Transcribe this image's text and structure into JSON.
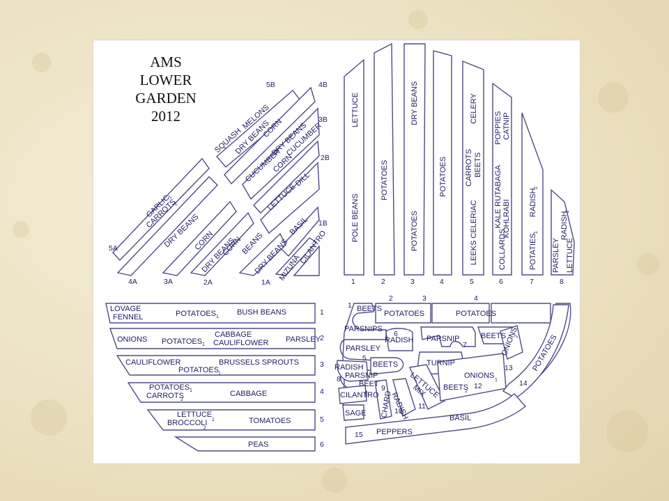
{
  "title": {
    "line1": "AMS",
    "line2": "LOWER",
    "line3": "GARDEN",
    "line4": "2012"
  },
  "beds": {
    "bed_5b": {
      "number": "5B",
      "label_a": "SQUASH",
      "label_b": "MELONS"
    },
    "bed_4b": {
      "number": "4B",
      "label_a": "DRY BEANS",
      "label_b": "CORN"
    },
    "bed_3b": {
      "number": "3B",
      "label_a": "CUCUMBER",
      "label_b": "DRY BEANS"
    },
    "bed_2b": {
      "number": "2B",
      "label_a": "CORN",
      "label_b": "CUCUMBER"
    },
    "bed_2b_lower": {
      "label_a": "LETTUCE",
      "label_b": "DILL"
    },
    "bed_1b": {
      "number": "1B",
      "label_a": "BASIL"
    },
    "bed_5a": {
      "number": "5A",
      "label_a": "GARLIC",
      "label_a_sub": "1",
      "label_b": "CARROTS",
      "label_b_sub": "2"
    },
    "bed_4a": {
      "number": "4A",
      "label_a": "DRY BEANS"
    },
    "bed_3a": {
      "number": "3A",
      "label_a": "CORN",
      "label_b": "DRY BEANS"
    },
    "bed_2a": {
      "number": "2A",
      "label_a": "CORN",
      "label_b": "BEANS"
    },
    "bed_1a": {
      "number": "1A",
      "label_a": "DRY BEANS",
      "label_b": "MIZUNA",
      "label_c": "CILANTRO"
    }
  },
  "rows_top": [
    {
      "number": "1",
      "top": "LETTUCE",
      "bottom": "POLE BEANS"
    },
    {
      "number": "2",
      "top": "",
      "bottom": "POTATOES"
    },
    {
      "number": "3",
      "top": "DRY BEANS",
      "bottom": "POTATOES"
    },
    {
      "number": "4",
      "top": "",
      "bottom": "POTATOES"
    },
    {
      "number": "5",
      "top": "CELERY",
      "mid1": "CARROTS",
      "mid2": "BEETS",
      "bottom": "LEEKS CELERIAC"
    },
    {
      "number": "6",
      "top1": "POPPIES",
      "top2": "CATNIP",
      "mid1": "KALE RUTABAGA",
      "mid2": "KOHLRABI",
      "bottom": "COLLARDS"
    },
    {
      "number": "7",
      "top": "RADISH",
      "top_sub": "2",
      "bottom": "POTATIES",
      "bottom_sub": "1"
    },
    {
      "number": "8",
      "top": "RADISH",
      "top_sub": "2",
      "bottom1": "PARSLEY",
      "bottom2": "LETTUCE"
    }
  ],
  "rows_left": [
    {
      "number": "1",
      "a1": "LOVAGE",
      "a2": "FENNEL",
      "b": "POTATOES",
      "b_sub": "1",
      "c": "BUSH BEANS"
    },
    {
      "number": "2",
      "a": "ONIONS",
      "b": "POTATOES",
      "b_sub": "1",
      "c1": "CABBAGE",
      "c2": "CAULIFLOWER",
      "d": "PARSLEY"
    },
    {
      "number": "3",
      "a": "CAULIFLOWER",
      "b": "POTATOES",
      "b_sub": "1",
      "c": "BRUSSELS SPROUTS"
    },
    {
      "number": "4",
      "a1": "POTATOES",
      "a1_sub": "1",
      "a2": "CARROTS",
      "a2_sub": "2",
      "c": "CABBAGE"
    },
    {
      "number": "5",
      "a1": "LETTUCE",
      "a2": "BROCCOLI",
      "a_sub1": "1",
      "a_sub2": "2",
      "c": "TOMATOES"
    },
    {
      "number": "6",
      "c": "PEAS"
    }
  ],
  "beds_right": {
    "b1": {
      "number": "1",
      "label": "BEETS"
    },
    "b2": {
      "number": "2",
      "label": "POTATOES"
    },
    "b3": {
      "number": "3",
      "label": "POTATOES"
    },
    "b4": {
      "number": "4"
    },
    "parsnips": {
      "label": "PARSNIPS"
    },
    "b6": {
      "number": "6",
      "label": "RADISH"
    },
    "b7": {
      "number": "7",
      "label_a": "PARSNIP",
      "label_b": "BEETS"
    },
    "b5": {
      "number": "5",
      "label_a": "PARSLEY",
      "label_b": "BEETS"
    },
    "turnip": {
      "label": "TURNIP"
    },
    "b8": {
      "number": "8",
      "label_a": "RADISH",
      "label_b": "PARSNIP"
    },
    "beet": {
      "label": "BEET"
    },
    "cilantro": {
      "label": "CILANTRO"
    },
    "b9": {
      "number": "9",
      "label": "CHARD"
    },
    "b10": {
      "number": "10"
    },
    "radish_small": {
      "label": "RADISH"
    },
    "b11": {
      "number": "11"
    },
    "lettuce_mix": {
      "label_a": "LETTUCE",
      "label_b": "MIX"
    },
    "b12": {
      "number": "12",
      "label_a": "ONIONS",
      "label_a_sub": "1",
      "label_b": "BEETS",
      "label_b_sub": "2"
    },
    "b13": {
      "number": "13",
      "label": "ONIONS",
      "label_sub": "2"
    },
    "b14": {
      "number": "14",
      "label": "POTATOES"
    },
    "sage": {
      "label": "SAGE"
    },
    "basil": {
      "label": "BASIL"
    },
    "b15": {
      "number": "15",
      "label": "PEPPERS"
    }
  }
}
